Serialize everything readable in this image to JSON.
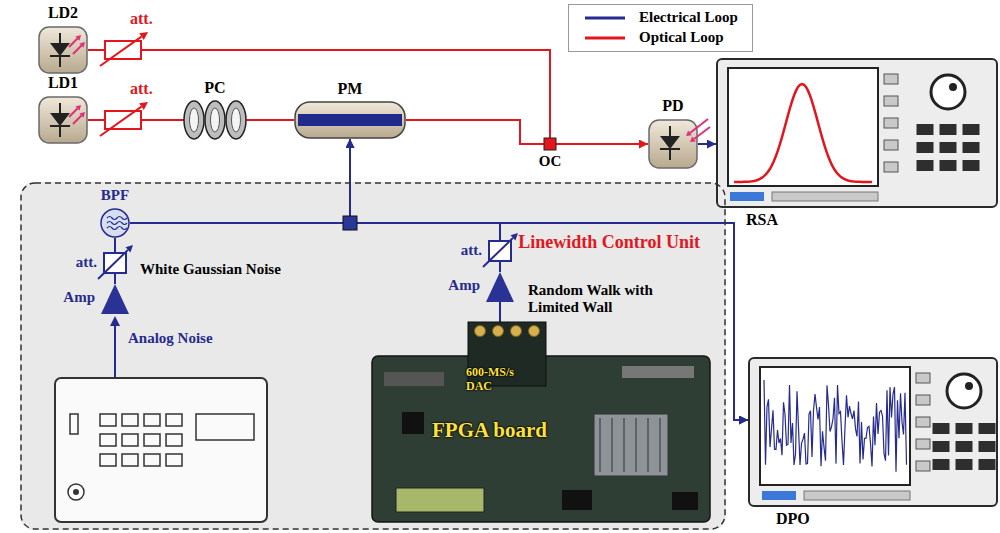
{
  "diagram": {
    "nodes": [
      {
        "text": [
          "LD2"
        ]
      },
      {
        "text": [
          "att."
        ]
      },
      {
        "text": [
          "LD1"
        ]
      },
      {
        "text": [
          "att."
        ]
      },
      {
        "text": [
          "PC"
        ]
      },
      {
        "text": [
          "PM"
        ]
      },
      {
        "text": [
          "OC"
        ]
      },
      {
        "text": [
          "PD"
        ]
      },
      {
        "text": [
          "RSA"
        ]
      },
      {
        "text": [
          "Linewidth Control Unit"
        ]
      },
      {
        "text": [
          "BPF"
        ],
        "in": 9
      },
      {
        "text": [
          "att."
        ],
        "in": 9
      },
      {
        "text": [
          "Amp"
        ],
        "in": 9
      },
      {
        "text": [
          "att."
        ],
        "in": 9
      },
      {
        "text": [
          "Amp"
        ],
        "in": 9
      },
      {
        "text": [
          "600-MS/s DAC",
          "FPGA board"
        ],
        "in": 9
      },
      {
        "text": [
          "DPO"
        ]
      }
    ],
    "edges": [
      {
        "from": 0,
        "to": 1,
        "arrow": "none"
      },
      {
        "from": 1,
        "to": 6,
        "arrow": "none"
      },
      {
        "from": 2,
        "to": 3,
        "arrow": "none"
      },
      {
        "from": 3,
        "to": 4,
        "arrow": "none"
      },
      {
        "from": 4,
        "to": 5,
        "arrow": "none"
      },
      {
        "from": 5,
        "to": 6,
        "arrow": "none"
      },
      {
        "from": 6,
        "to": 7,
        "arrow": "to"
      },
      {
        "from": 7,
        "to": 8,
        "arrow": "to"
      },
      {
        "from": 12,
        "to": 11,
        "arrow": "none"
      },
      {
        "from": 11,
        "to": 10,
        "arrow": "none"
      },
      {
        "from": 10,
        "to": 5,
        "arrow": "to"
      },
      {
        "from": 15,
        "to": 14,
        "arrow": "none"
      },
      {
        "from": 14,
        "to": 13,
        "arrow": "none"
      },
      {
        "from": 13,
        "to": 5,
        "arrow": "to"
      },
      {
        "from": 10,
        "to": 16,
        "arrow": "to"
      },
      {
        "from": 13,
        "to": 16,
        "arrow": "to"
      }
    ],
    "labels": [
      "White Gaussian Noise",
      "Random Walk with Limited Wall",
      "Analog Noise"
    ],
    "legend": [
      {
        "text": "Electrical Loop"
      },
      {
        "text": "Optical Loop"
      }
    ]
  }
}
